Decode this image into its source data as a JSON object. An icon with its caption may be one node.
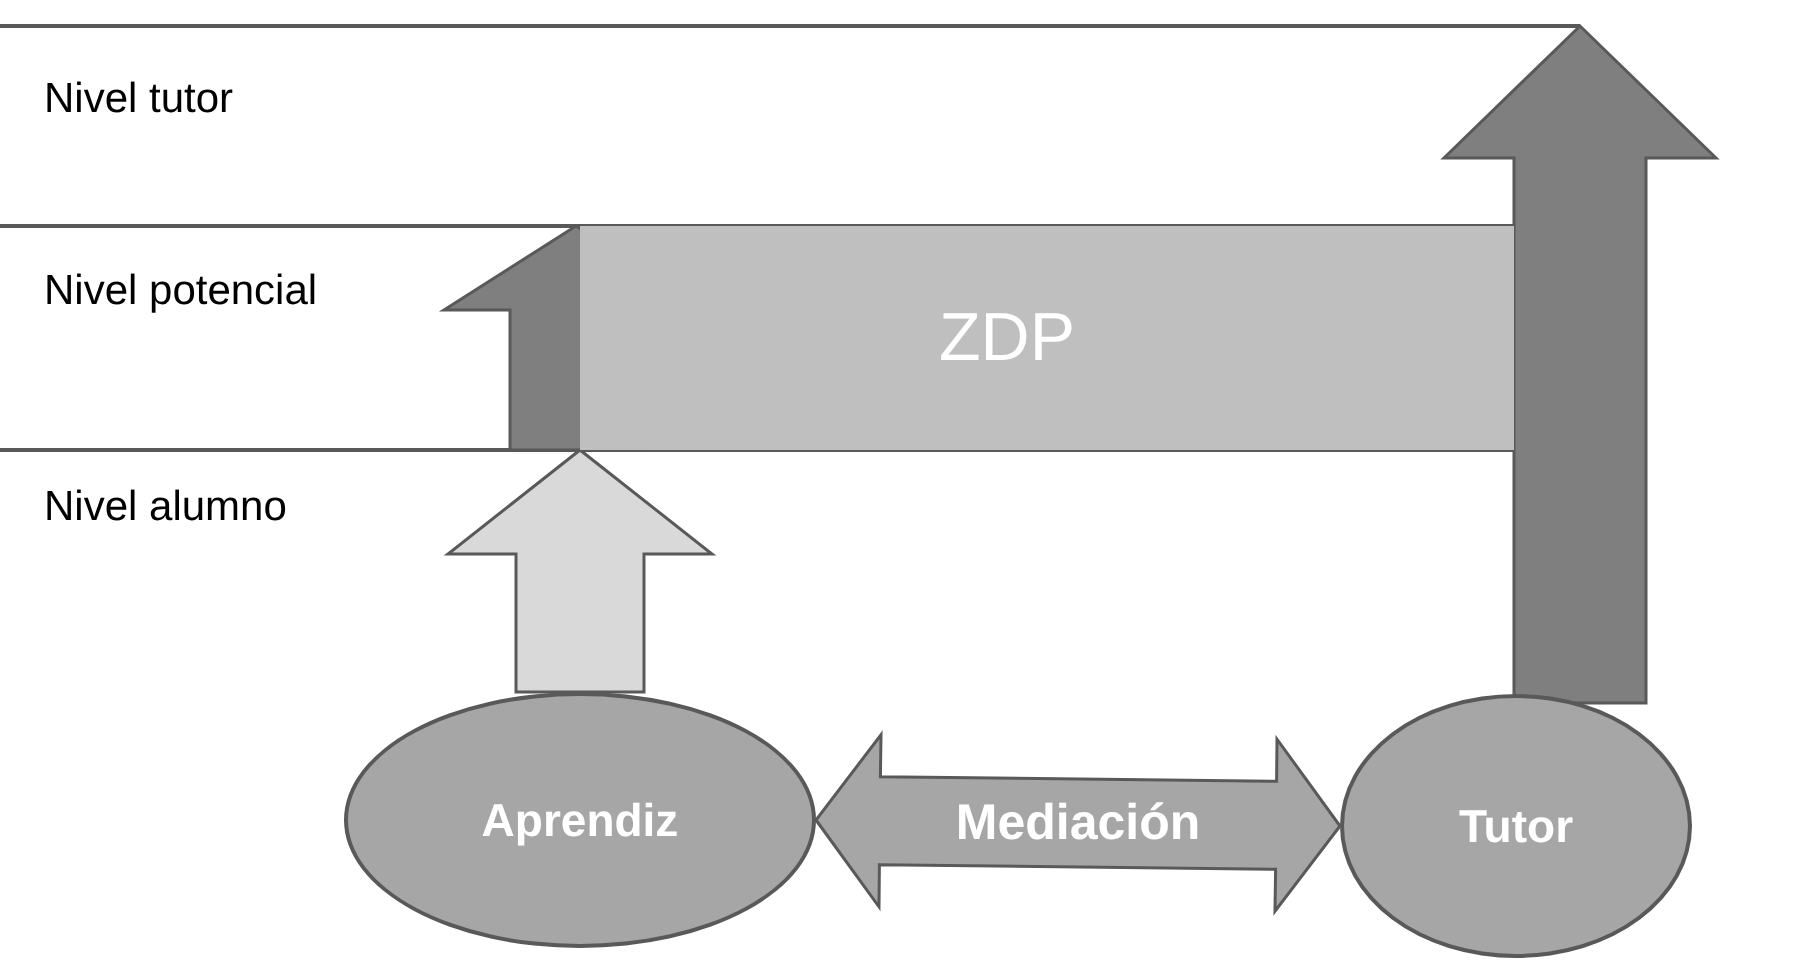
{
  "diagram": {
    "nodes": [
      {
        "text": [
          "ZDP"
        ]
      },
      {
        "text": [
          "Aprendiz"
        ]
      },
      {
        "text": [
          "Tutor"
        ]
      }
    ],
    "edges": [
      {
        "from": 1,
        "to": 2,
        "arrow": "both",
        "label": "Mediación",
        "style": "thick",
        "color": "#a6a6a6"
      },
      {
        "from": 1,
        "to": null,
        "arrow": "to",
        "style": "thick",
        "color": "#d9d9d9"
      },
      {
        "from": 2,
        "to": null,
        "arrow": "to",
        "style": "thick",
        "color": "#7f7f7f"
      }
    ],
    "labels": [
      "Nivel tutor",
      "Nivel potencial",
      "Nivel alumno"
    ]
  }
}
